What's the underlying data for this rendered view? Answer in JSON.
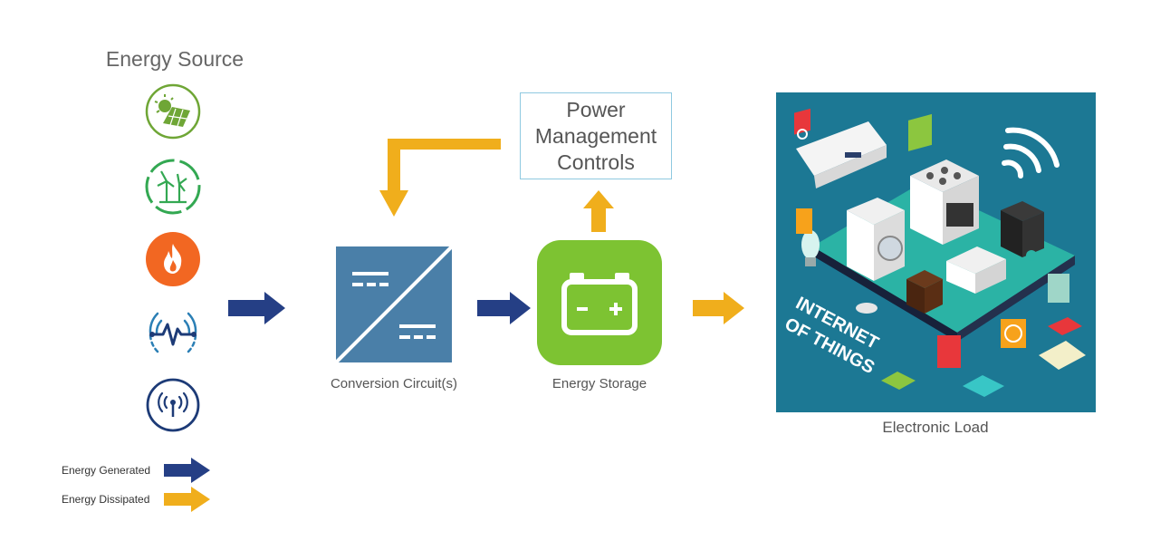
{
  "energy_source": {
    "title": "Energy Source",
    "icons": [
      "solar-panel-icon",
      "wind-turbine-icon",
      "fire-icon",
      "vibration-icon",
      "radio-signal-icon"
    ]
  },
  "conversion": {
    "label": "Conversion Circuit(s)"
  },
  "storage": {
    "label": "Energy Storage"
  },
  "power_management": {
    "label": "Power Management Controls"
  },
  "load": {
    "label": "Electronic Load",
    "image_text": "INTERNET OF THINGS"
  },
  "legend": {
    "generated_label": "Energy Generated",
    "dissipated_label": "Energy Dissipated"
  },
  "colors": {
    "generated": "#253f85",
    "dissipated": "#f0ae1c",
    "solar": "#6fa636",
    "wind": "#33a852",
    "fire": "#f26722",
    "vibration": "#2b7fb5",
    "rf": "#1d3b77",
    "storage": "#7dc332",
    "conversion": "#4a7fa8",
    "iot_bg": "#1c7894"
  }
}
